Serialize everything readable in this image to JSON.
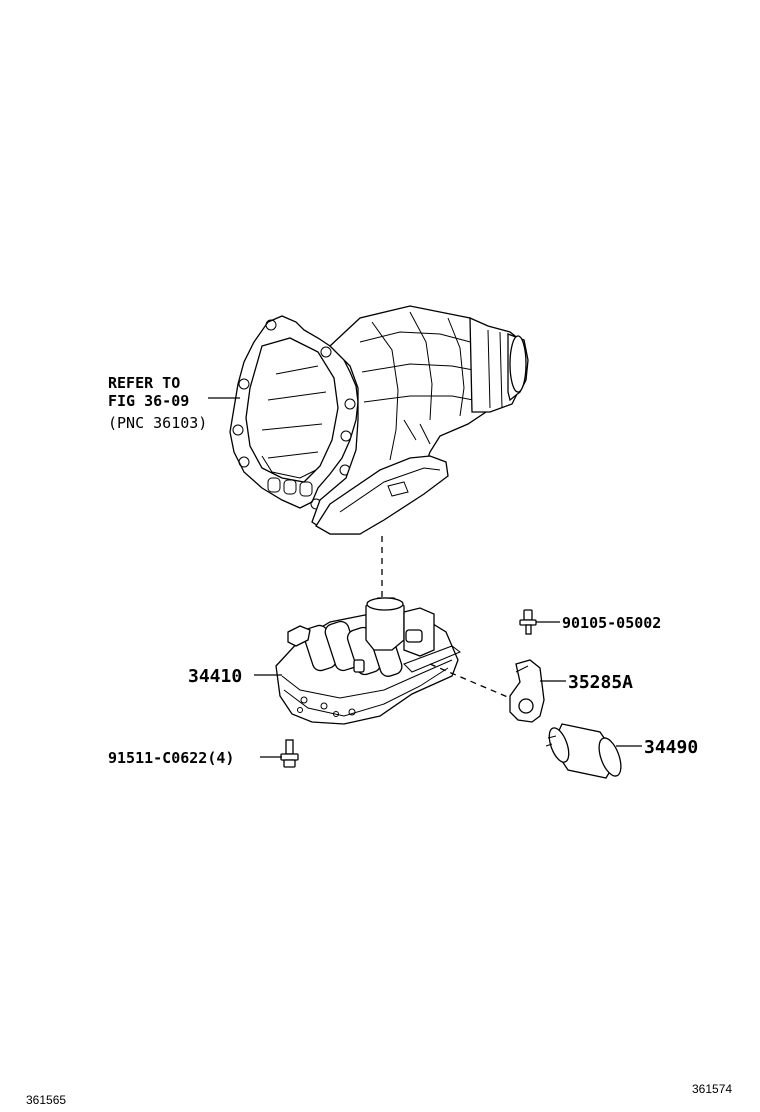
{
  "callouts": {
    "refer_line1": "REFER TO",
    "refer_line2": "FIG 36-09",
    "refer_line3": "(PNC 36103)",
    "part_34410": "34410",
    "part_91511": "91511-C0622(4)",
    "part_90105": "90105-05002",
    "part_35285A": "35285A",
    "part_34490": "34490"
  },
  "footer": {
    "left_id": "361565",
    "right_id": "361574"
  },
  "colors": {
    "line": "#000000",
    "background": "#ffffff"
  }
}
